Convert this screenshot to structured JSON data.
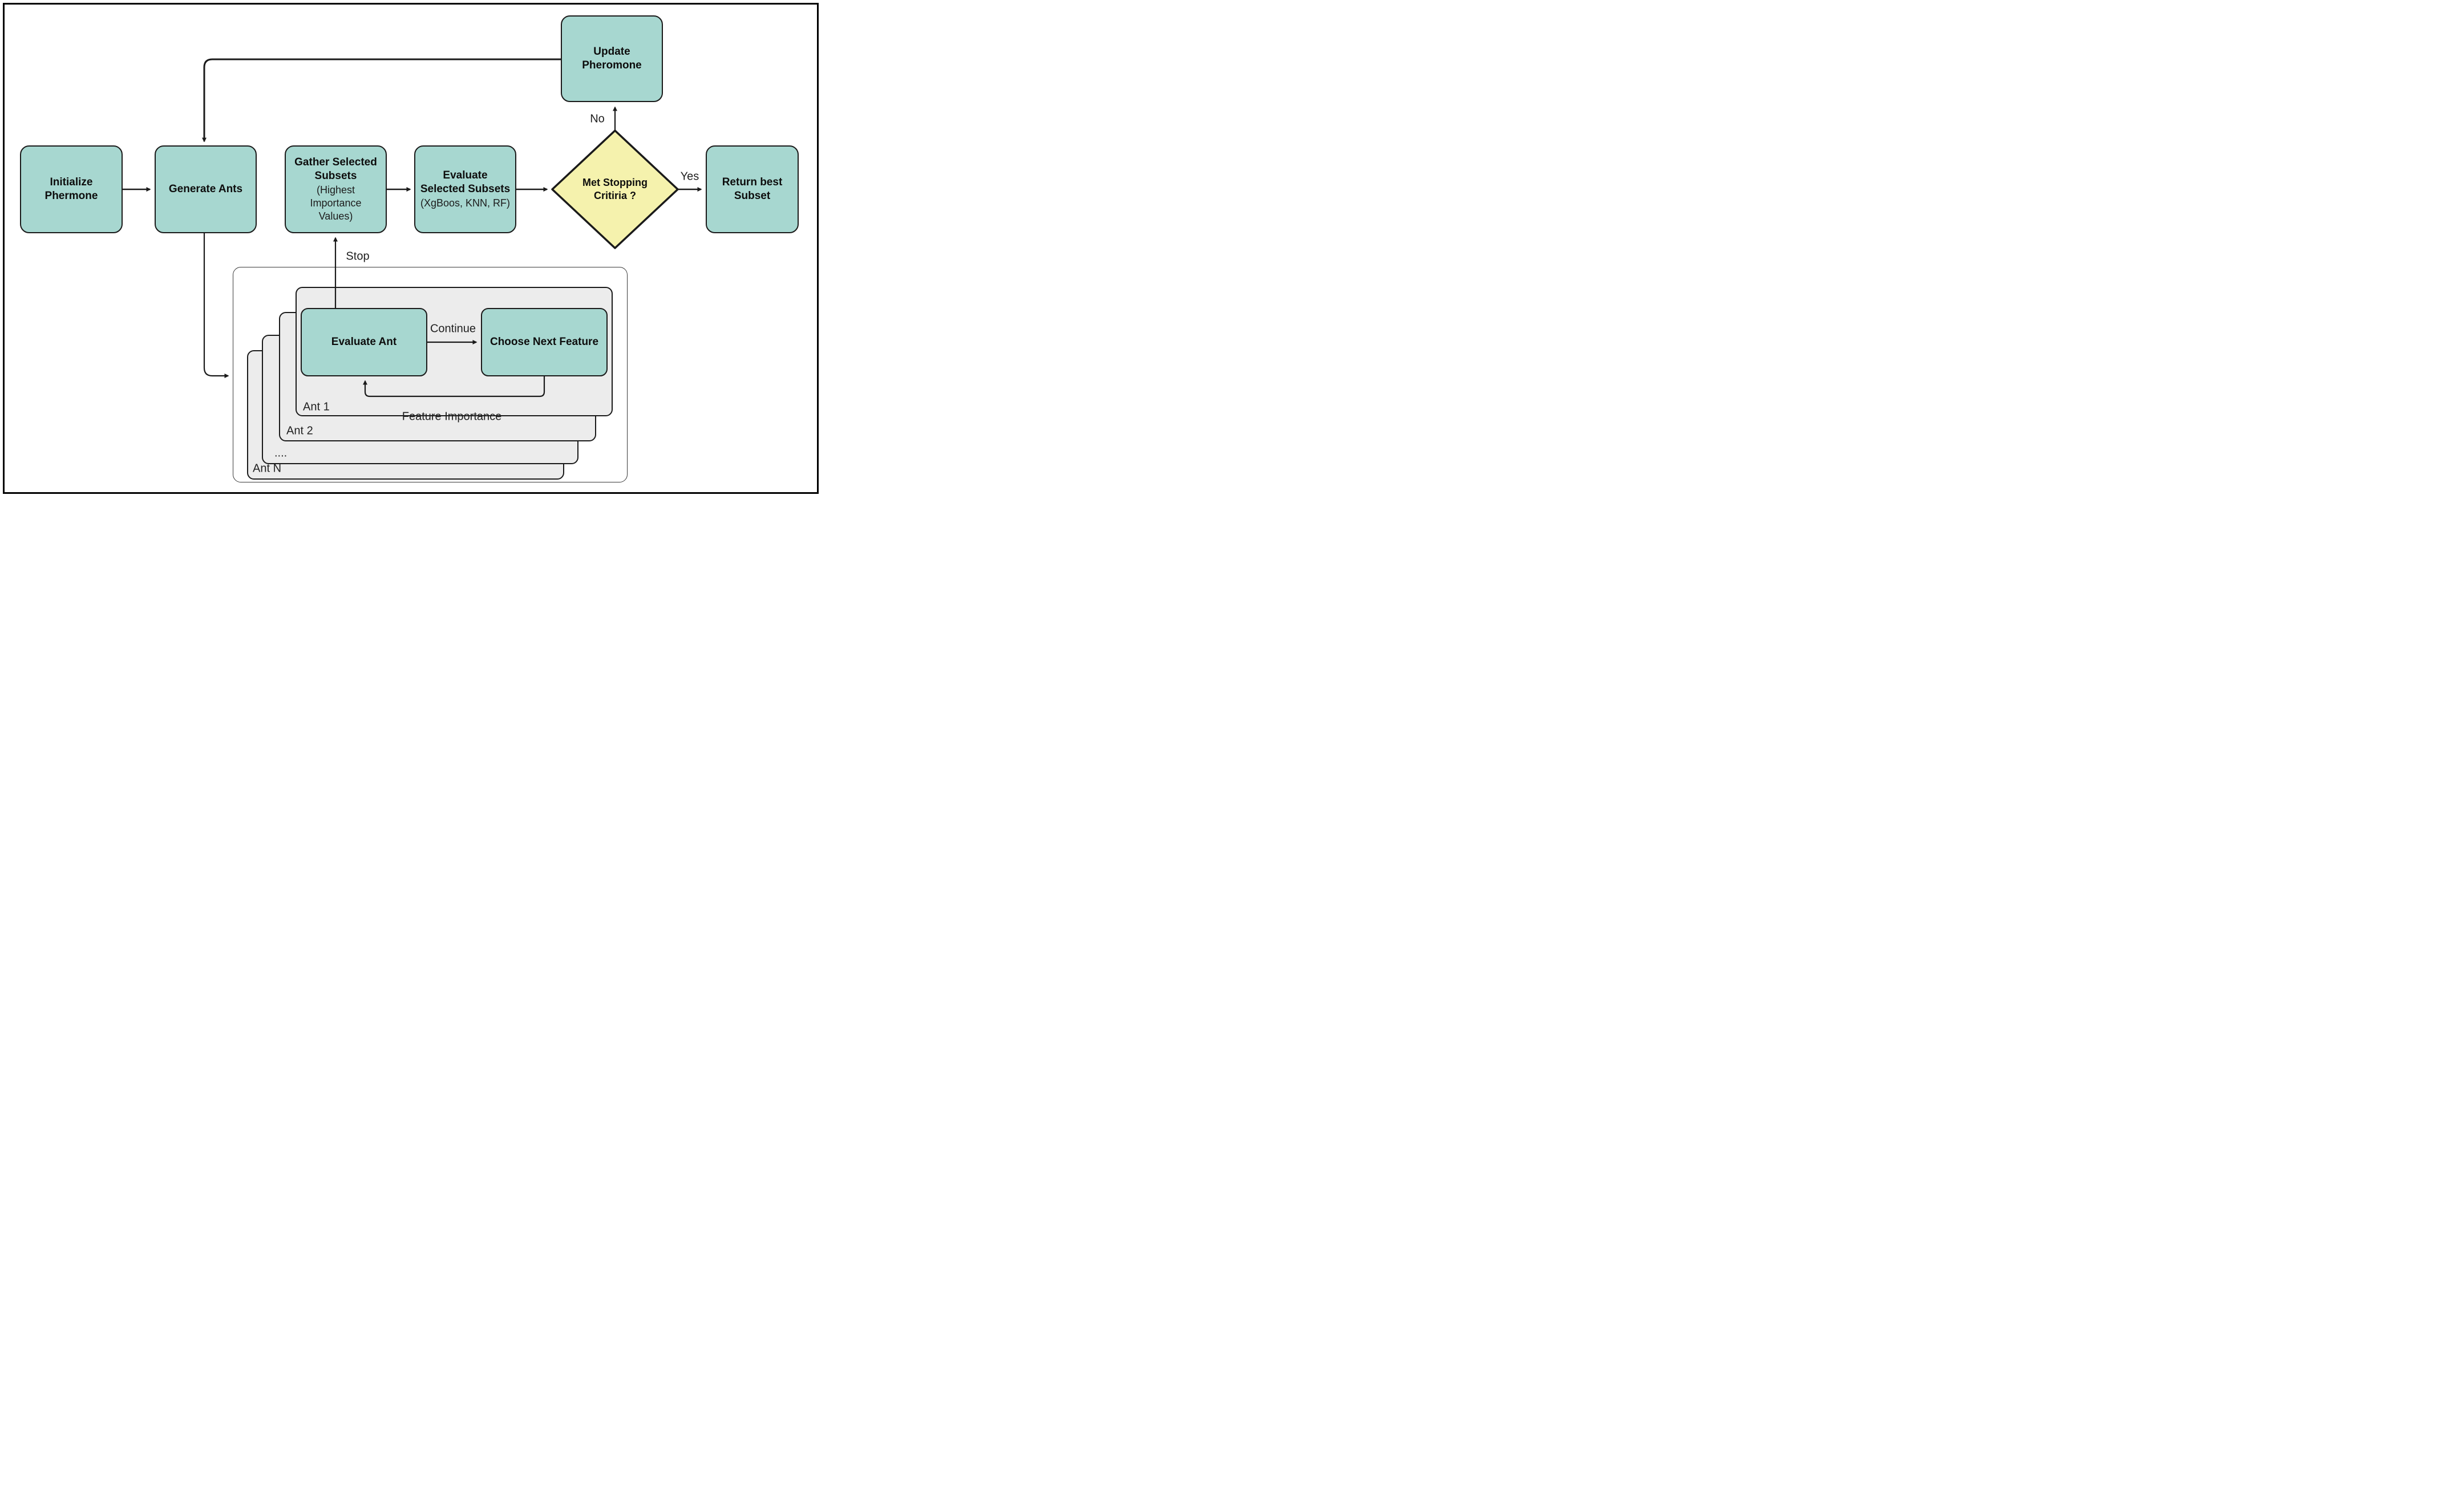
{
  "nodes": {
    "initialize": {
      "title": "Initialize\nPhermone"
    },
    "generate": {
      "title": "Generate Ants"
    },
    "gather": {
      "title": "Gather Selected\nSubsets",
      "subtitle": "(Highest\nImportance\nValues)"
    },
    "evaluate_subsets": {
      "title": "Evaluate\nSelected Subsets",
      "subtitle": "(XgBoos, KNN, RF)"
    },
    "decision": {
      "title": "Met Stopping\nCritiria ?"
    },
    "return_best": {
      "title": "Return best\nSubset"
    },
    "update_pheromone": {
      "title": "Update\nPheromone"
    },
    "evaluate_ant": {
      "title": "Evaluate Ant"
    },
    "choose_next": {
      "title": "Choose Next Feature"
    }
  },
  "edge_labels": {
    "stop": "Stop",
    "continue": "Continue",
    "feature_importance": "Feature Importance",
    "no": "No",
    "yes": "Yes"
  },
  "ant_layers": [
    "Ant 1",
    "Ant 2",
    "....",
    "Ant N"
  ],
  "colors": {
    "node_fill": "#a7d7d0",
    "decision_fill": "#f5f2ad",
    "layer_fill": "#ececec",
    "stroke": "#1a1a1a"
  }
}
